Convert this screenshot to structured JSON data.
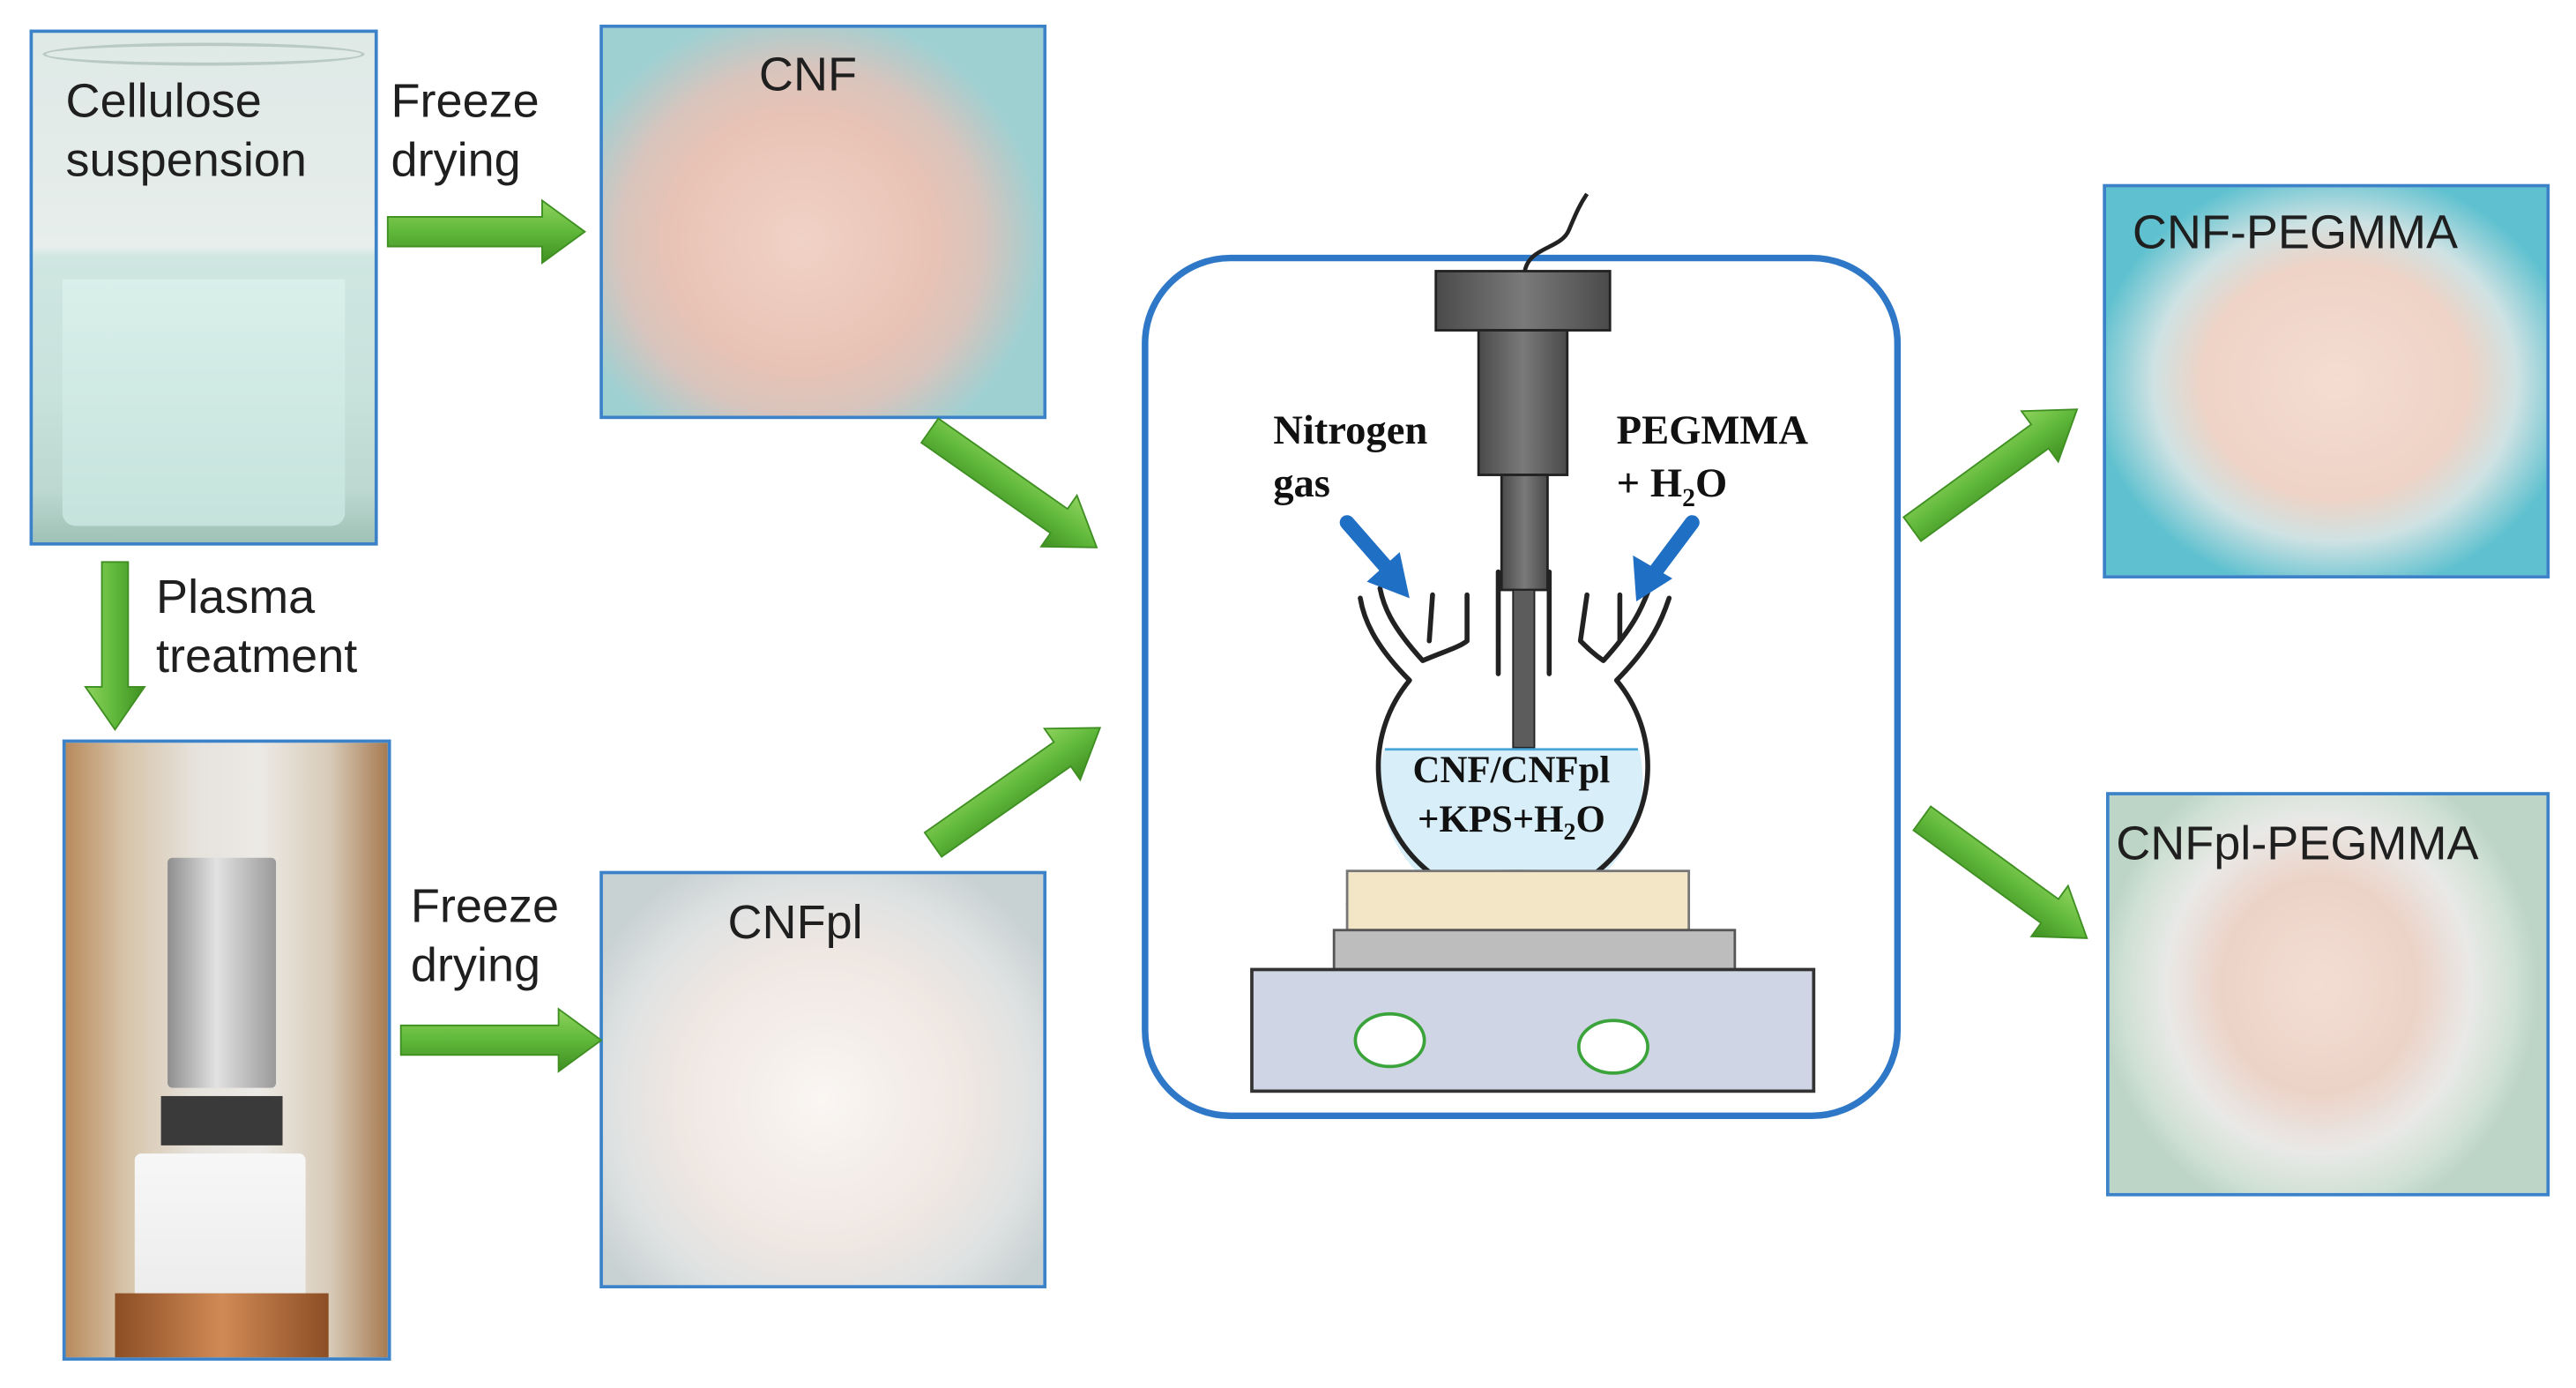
{
  "steps": {
    "cellulose_suspension": "Cellulose suspension",
    "cellulose_line1": "Cellulose",
    "cellulose_line2": "suspension",
    "freeze_drying_top_line1": "Freeze",
    "freeze_drying_top_line2": "drying",
    "plasma_line1": "Plasma",
    "plasma_line2": "treatment",
    "freeze_drying_bottom_line1": "Freeze",
    "freeze_drying_bottom_line2": "drying"
  },
  "samples": {
    "cnf": "CNF",
    "cnfpl": "CNFpl",
    "cnf_pegmma": "CNF-PEGMMA",
    "cnfpl_pegmma": "CNFpl-PEGMMA"
  },
  "reactor": {
    "nitrogen_line1": "Nitrogen",
    "nitrogen_line2": "gas",
    "pegmma_line1": "PEGMMA",
    "pegmma_line2_prefix": "+ H",
    "pegmma_line2_sub": "2",
    "pegmma_line2_suffix": "O",
    "flask_line1": "CNF/CNFpl",
    "flask_line2_prefix": "+KPS+H",
    "flask_line2_sub": "2",
    "flask_line2_suffix": "O"
  },
  "colors": {
    "arrow_green": "#5fb83a",
    "frame_blue": "#3b82c8",
    "inlet_arrow_blue": "#1f6fc4"
  }
}
